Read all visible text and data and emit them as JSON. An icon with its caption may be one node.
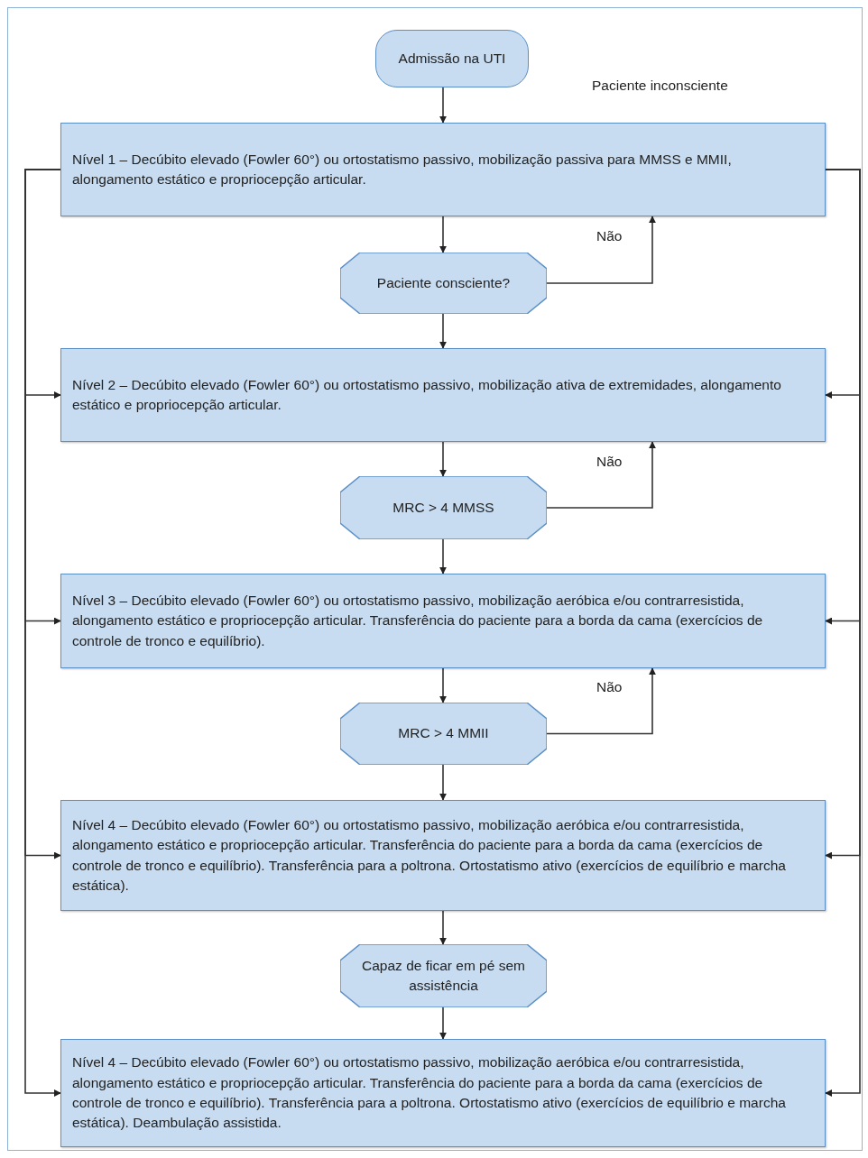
{
  "diagram": {
    "nodes": [
      {
        "text": [
          "Admissão na UTI"
        ]
      },
      {
        "text": [
          "Nível 1 – Decúbito elevado (Fowler 60°) ou ortostatismo passivo, mobilização passiva para MMSS e MMII, alongamento estático e propriocepção articular."
        ]
      },
      {
        "text": [
          "Paciente consciente?"
        ]
      },
      {
        "text": [
          "Nível 2 – Decúbito elevado (Fowler 60°) ou ortostatismo passivo, mobilização ativa de extremidades, alongamento estático e propriocepção articular."
        ]
      },
      {
        "text": [
          "MRC > 4 MMSS"
        ]
      },
      {
        "text": [
          "Nível 3 – Decúbito elevado (Fowler 60°) ou ortostatismo passivo, mobilização aeróbica e/ou contrarresistida, alongamento estático e propriocepção articular. Transferência do paciente para a borda da cama (exercícios de controle de tronco e equilíbrio)."
        ]
      },
      {
        "text": [
          "MRC > 4 MMII"
        ]
      },
      {
        "text": [
          "Nível 4 – Decúbito elevado (Fowler 60°) ou ortostatismo passivo, mobilização aeróbica e/ou contrarresistida, alongamento estático e propriocepção articular. Transferência do paciente para a borda da cama (exercícios de controle de tronco e equilíbrio). Transferência para a poltrona. Ortostatismo ativo (exercícios de equilíbrio e marcha estática)."
        ]
      },
      {
        "text": [
          "Capaz de ficar em pé sem assistência"
        ]
      },
      {
        "text": [
          "Nível 4 – Decúbito elevado (Fowler 60°) ou ortostatismo passivo, mobilização aeróbica e/ou contrarresistida, alongamento estático e propriocepção articular. Transferência do paciente para a borda da cama (exercícios de controle de tronco e equilíbrio). Transferência para a poltrona. Ortostatismo ativo (exercícios de equilíbrio e marcha estática). Deambulação assistida."
        ]
      }
    ],
    "edges": [
      {
        "from": 0,
        "to": 1,
        "arrow": "to"
      },
      {
        "from": 1,
        "to": 2,
        "arrow": "to"
      },
      {
        "from": 2,
        "to": 1,
        "arrow": "to",
        "label": "Não"
      },
      {
        "from": 2,
        "to": 3,
        "arrow": "to"
      },
      {
        "from": 3,
        "to": 4,
        "arrow": "to"
      },
      {
        "from": 4,
        "to": 3,
        "arrow": "to",
        "label": "Não"
      },
      {
        "from": 4,
        "to": 5,
        "arrow": "to"
      },
      {
        "from": 5,
        "to": 6,
        "arrow": "to"
      },
      {
        "from": 6,
        "to": 5,
        "arrow": "to",
        "label": "Não"
      },
      {
        "from": 6,
        "to": 7,
        "arrow": "to"
      },
      {
        "from": 7,
        "to": 8,
        "arrow": "to"
      },
      {
        "from": 8,
        "to": 9,
        "arrow": "to"
      },
      {
        "from": 1,
        "to": 3,
        "arrow": "to"
      },
      {
        "from": 1,
        "to": 5,
        "arrow": "to"
      },
      {
        "from": 1,
        "to": 7,
        "arrow": "to"
      },
      {
        "from": 1,
        "to": 9,
        "arrow": "to"
      },
      {
        "from": 1,
        "to": 3,
        "arrow": "to"
      },
      {
        "from": 1,
        "to": 5,
        "arrow": "to"
      },
      {
        "from": 1,
        "to": 7,
        "arrow": "to"
      },
      {
        "from": 1,
        "to": 9,
        "arrow": "to"
      }
    ],
    "labels": [
      "Paciente inconsciente"
    ]
  }
}
